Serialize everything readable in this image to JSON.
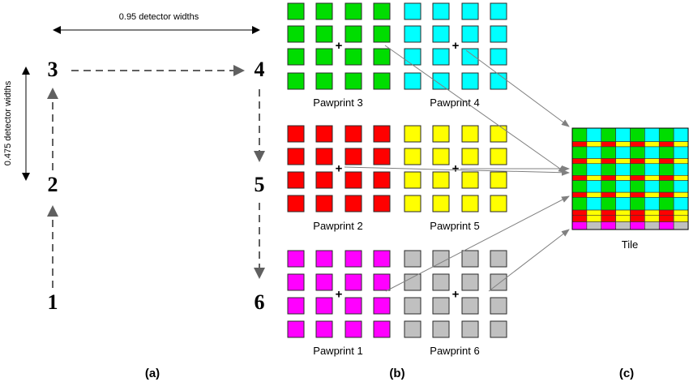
{
  "panel_a": {
    "horizontal_label": "0.95 detector widths",
    "vertical_label": "0.475 detector widths",
    "positions": [
      "1",
      "2",
      "3",
      "4",
      "5",
      "6"
    ]
  },
  "pawprints": {
    "p3": "Pawprint 3",
    "p4": "Pawprint 4",
    "p2": "Pawprint 2",
    "p5": "Pawprint 5",
    "p1": "Pawprint 1",
    "p6": "Pawprint 6"
  },
  "tile_label": "Tile",
  "center_marker": "+",
  "panels": {
    "a": "(a)",
    "b": "(b)",
    "c": "(c)"
  },
  "colors": {
    "pawprint_1": "#ff00ff",
    "pawprint_2": "#ff0000",
    "pawprint_3": "#00dd00",
    "pawprint_4": "#00ffff",
    "pawprint_5": "#ffff00",
    "pawprint_6": "#c0c0c0",
    "path_arrow": "#606060",
    "pointer_arrow": "#808080"
  }
}
